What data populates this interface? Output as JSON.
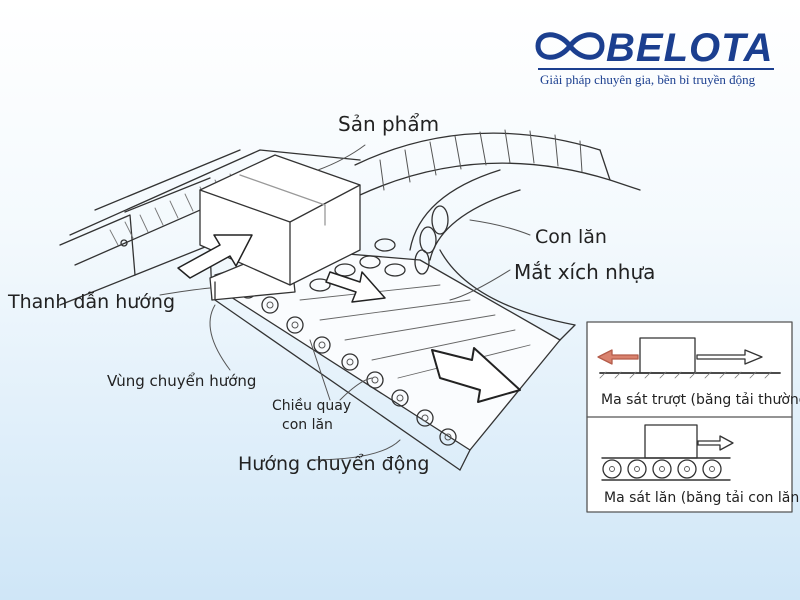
{
  "brand": {
    "name": "BELOTA",
    "tagline": "Giải pháp chuyên gia, bền bỉ truyền động",
    "color": "#1b3f8f"
  },
  "labels": {
    "product": "Sản phẩm",
    "roller": "Con lăn",
    "plastic_chain": "Mắt xích nhựa",
    "guide_rail": "Thanh dẫn hướng",
    "turn_zone": "Vùng chuyển hướng",
    "rotation_line1": "Chiều quay",
    "rotation_line2": "con lăn",
    "motion_direction": "Hướng chuyển động"
  },
  "inset": {
    "sliding_caption": "Ma sát trượt (băng tải thường)",
    "rolling_caption": "Ma sát lăn (băng tải con lăn)",
    "arrow_color_left": "#d9826e"
  },
  "icons": [
    "infinity-logo-icon",
    "direction-arrow-icon"
  ]
}
